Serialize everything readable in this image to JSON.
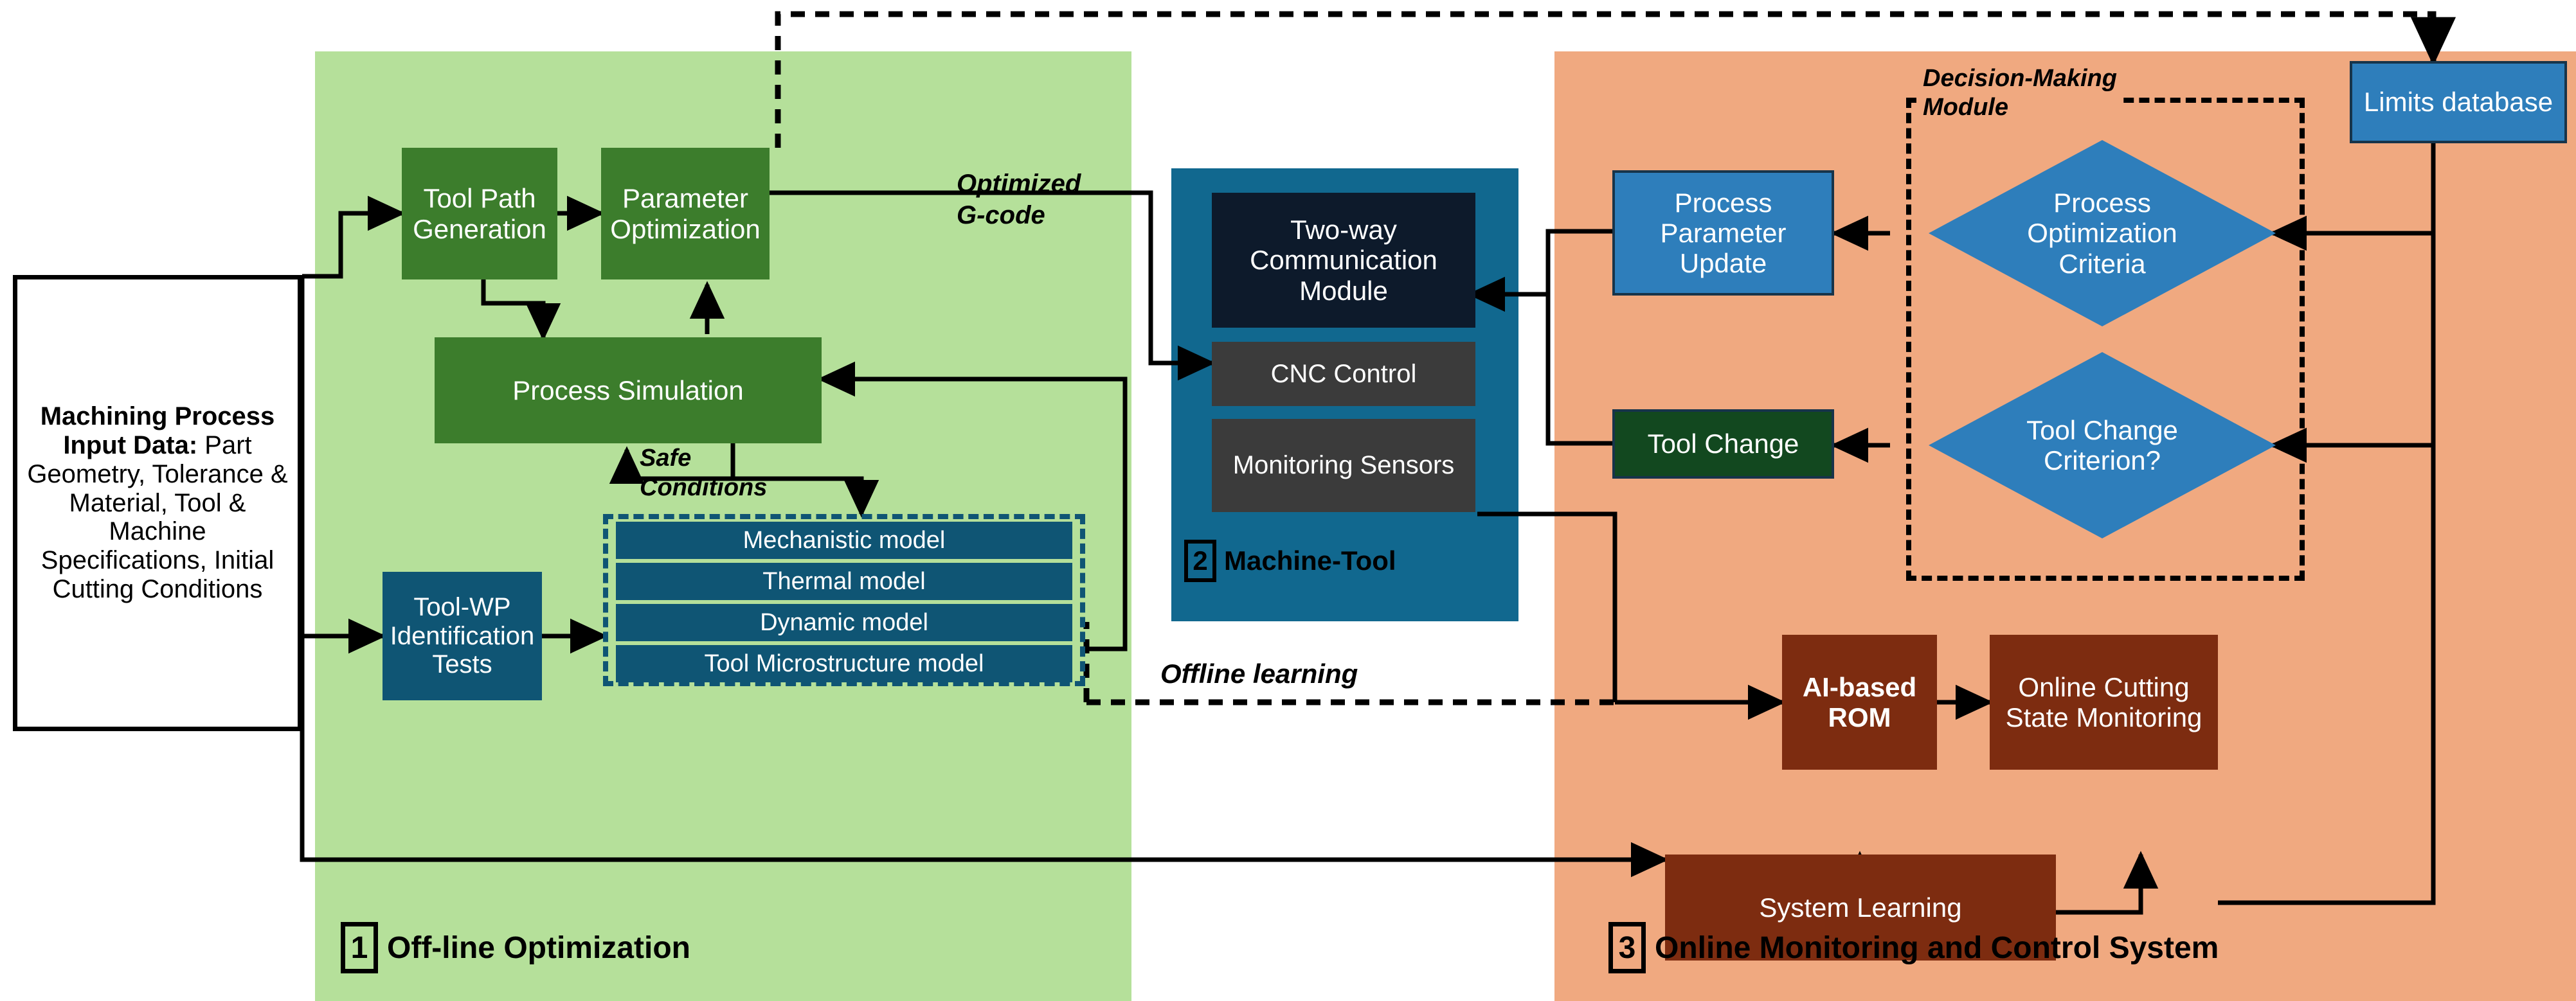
{
  "figure": {
    "type": "block-diagram",
    "title": "Machining process optimization, machine-tool and online monitoring architecture"
  },
  "colors": {
    "offline_panel": "#b5e09a",
    "machine_panel": "#11688f",
    "online_panel": "#f0a980",
    "green_box": "#3c7d2c",
    "teal_box": "#0f5574",
    "blue_box": "#2e7ebb",
    "brown_box": "#7d2c10",
    "dark_green_box": "#12481f",
    "dark_box": "#0d1a2b",
    "gray_box": "#3b3b3b",
    "wire": "#000000"
  },
  "input": {
    "bold_lead": "Machining Process Input Data:",
    "rest": " Part Geometry, Tolerance & Material, Tool & Machine Specifications, Initial Cutting Conditions"
  },
  "offline": {
    "section_number": "1",
    "section_label": "Off-line Optimization",
    "tool_path": "Tool Path Generation",
    "parameter_optimization": "Parameter Optimization",
    "process_simulation": "Process Simulation",
    "tool_wp": "Tool-WP Identification Tests",
    "models": [
      "Mechanistic model",
      "Thermal model",
      "Dynamic model",
      "Tool Microstructure model"
    ],
    "edge_labels": {
      "optimized_gcode": [
        "Optimized",
        "G-code"
      ],
      "safe_conditions": [
        "Safe",
        "Conditions"
      ]
    }
  },
  "machine": {
    "section_number": "2",
    "section_label": "Machine-Tool",
    "comm_module": "Two-way Communication Module",
    "cnc_control": "CNC Control",
    "monitoring_sensors": "Monitoring Sensors"
  },
  "online": {
    "section_number": "3",
    "section_label": "Online Monitoring and Control System",
    "decision_module": [
      "Decision-Making",
      "Module"
    ],
    "process_parameter_update": "Process Parameter Update",
    "tool_change": "Tool Change",
    "process_optimization_criteria": "Process Optimization Criteria",
    "tool_change_criterion": "Tool Change Criterion?",
    "limits_database": "Limits database",
    "ai_rom": [
      "AI-based",
      "ROM"
    ],
    "online_cutting_state": "Online Cutting State Monitoring",
    "system_learning": "System Learning",
    "edge_labels": {
      "offline_learning": "Offline learning"
    }
  }
}
